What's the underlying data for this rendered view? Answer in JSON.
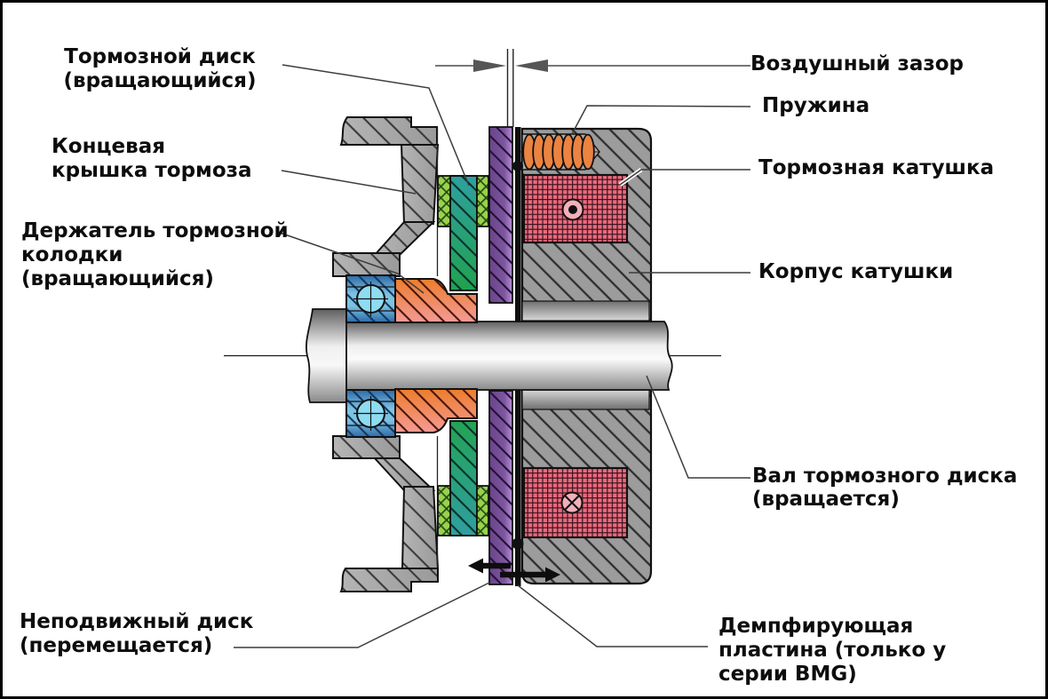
{
  "figure": {
    "kind": "cross-section diagram of an electromagnetic disc brake",
    "language": "Russian"
  },
  "labels": {
    "brake_disc": {
      "lines": [
        "Тормозной диск",
        "(вращающийся)"
      ]
    },
    "end_cover": {
      "lines": [
        "Концевая",
        "крышка тормоза"
      ]
    },
    "pad_holder": {
      "lines": [
        "Держатель тормозной",
        "колодки",
        "(вращающийся)"
      ]
    },
    "fixed_disc": {
      "lines": [
        "Неподвижный диск",
        "(перемещается)"
      ]
    },
    "air_gap": {
      "lines": [
        "Воздушный зазор"
      ]
    },
    "spring": {
      "lines": [
        "Пружина"
      ]
    },
    "brake_coil": {
      "lines": [
        "Тормозная катушка"
      ]
    },
    "coil_housing": {
      "lines": [
        "Корпус катушки"
      ]
    },
    "shaft": {
      "lines": [
        "Вал тормозного диска",
        "(вращается)"
      ]
    },
    "damping_plate": {
      "lines": [
        "Демпфирующая",
        "пластина (только у",
        "серии BMG)"
      ]
    }
  },
  "colors": {
    "background": "#ffffff",
    "outline": "#111111",
    "housing_gray": "#9c9c9c",
    "cover_gray": "#ababab",
    "bearing_blue": "#7ec2e2",
    "ball_blue": "#8edcf2",
    "hub_orange": "#ec7d2c",
    "hub_salmon": "#f49a96",
    "disc_teal": "#2fa0a0",
    "disc_green": "#21a14e",
    "pad_green": "#9cd14c",
    "plate_purple": "#7d55a0",
    "coil_red": "#ea6a7c",
    "coil_ring_pink": "#f3b0ba",
    "spring_orange": "#ec8340",
    "leader_line": "#3c3c3c",
    "arrow_black": "#0d0d0d",
    "dimension_gray": "#565656"
  }
}
